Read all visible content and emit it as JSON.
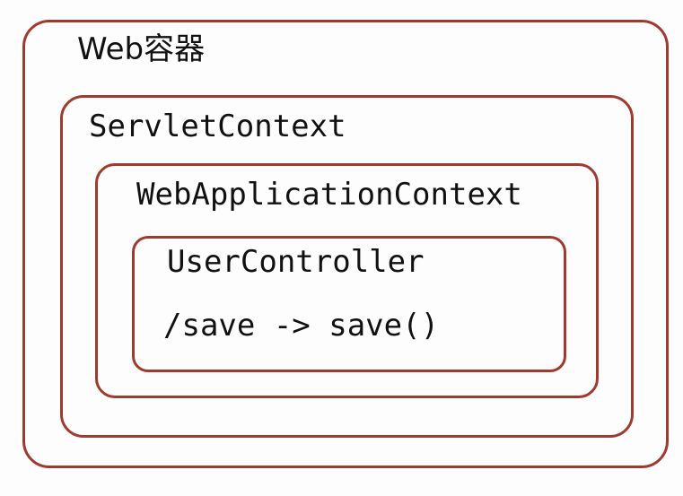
{
  "diagram": {
    "title": "Web容器",
    "background_color": "#fdfdfd",
    "border_color": "#a03a2e",
    "text_color": "#111111",
    "boxes": [
      {
        "id": "web-container",
        "label": "Web容器",
        "level": 1
      },
      {
        "id": "servlet-context",
        "label": "ServletContext",
        "level": 2
      },
      {
        "id": "web-application-context",
        "label": "WebApplicationContext",
        "level": 3
      },
      {
        "id": "user-controller",
        "label": "UserController",
        "level": 4,
        "mapping": "/save -> save()"
      }
    ]
  }
}
